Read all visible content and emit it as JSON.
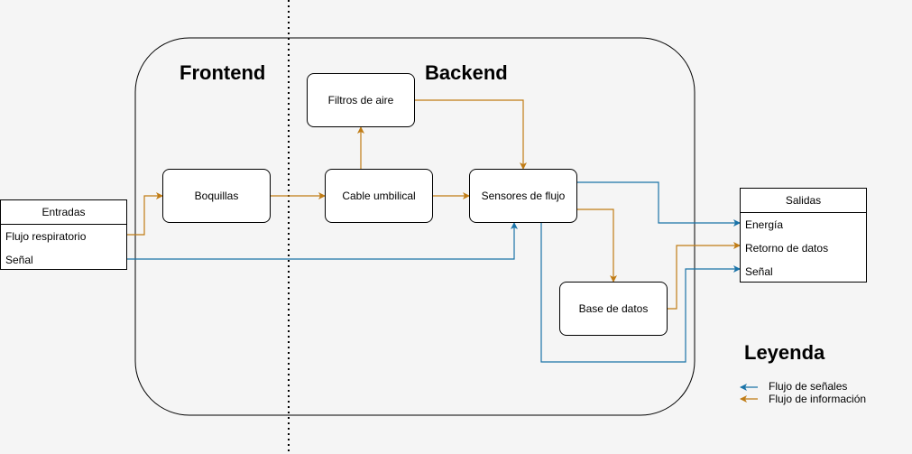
{
  "regions": {
    "frontend": "Frontend",
    "backend": "Backend"
  },
  "nodes": {
    "filtros": "Filtros de aire",
    "boquillas": "Boquillas",
    "cable": "Cable umbilical",
    "sensores": "Sensores de flujo",
    "base_datos": "Base de datos"
  },
  "inputs": {
    "title": "Entradas",
    "rows": [
      "Flujo respiratorio",
      "Señal"
    ]
  },
  "outputs": {
    "title": "Salidas",
    "rows": [
      "Energía",
      "Retorno de datos",
      "Señal"
    ]
  },
  "legend": {
    "title": "Leyenda",
    "items": [
      {
        "label": "Flujo de señales",
        "color": "#1a73a8"
      },
      {
        "label": "Flujo de información",
        "color": "#c07c15"
      }
    ]
  },
  "colors": {
    "signal": "#1a73a8",
    "info": "#c07c15"
  }
}
